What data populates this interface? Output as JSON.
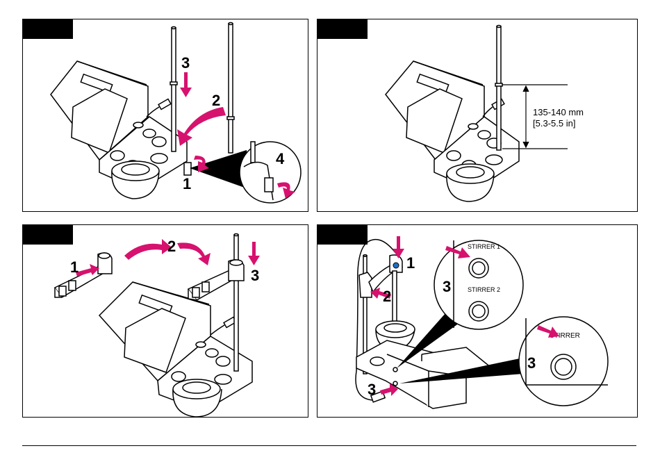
{
  "figure": {
    "panels": [
      {
        "id": "panel-1",
        "step_labels": [
          "3",
          "2",
          "4",
          "1"
        ]
      },
      {
        "id": "panel-2",
        "dimension_primary": "135-140 mm",
        "dimension_secondary": "[5.3-5.5 in]"
      },
      {
        "id": "panel-3",
        "step_labels": [
          "1",
          "2",
          "3"
        ]
      },
      {
        "id": "panel-4",
        "step_labels": [
          "1",
          "2",
          "3",
          "3",
          "3"
        ],
        "port_labels": [
          "STIRRER 1",
          "STIRRER 2",
          "STIRRER"
        ]
      }
    ],
    "colors": {
      "accent": "#d6126e",
      "line": "#000000",
      "tag_fill": "#000000",
      "knob_blue": "#1f6fc4"
    }
  }
}
